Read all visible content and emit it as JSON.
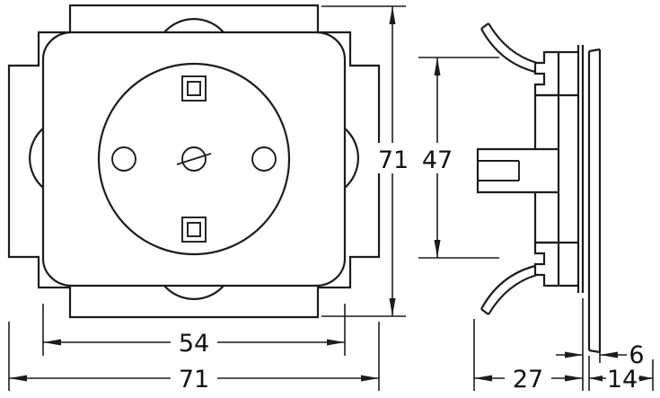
{
  "colors": {
    "line": "#1c1c1c",
    "background": "#ffffff"
  },
  "diagram": {
    "front_view": {
      "height_label": "71",
      "plate_width_label": "54",
      "width_label": "71"
    },
    "side_view": {
      "claw_span_label": "47",
      "depth_label": "27",
      "total_depth_label": "14",
      "flange_label": "6"
    }
  }
}
